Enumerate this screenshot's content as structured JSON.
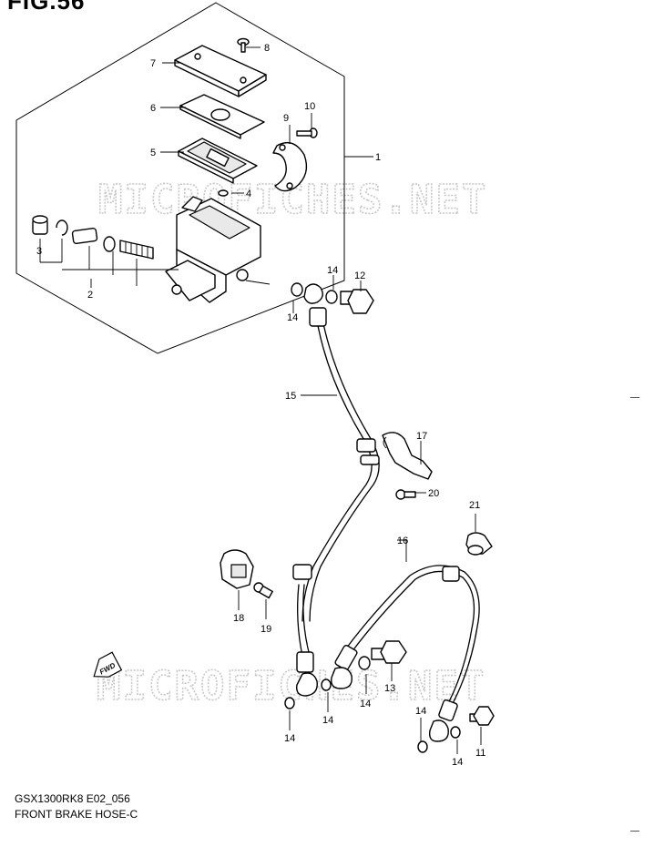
{
  "figure": {
    "title": "FIG.56",
    "model_code": "GSX1300RK8 E02_056",
    "name": "FRONT BRAKE HOSE-C"
  },
  "watermark": "MICROFICHES.NET",
  "direction_tag": "FWD",
  "callouts": [
    {
      "id": "c1",
      "num": "1"
    },
    {
      "id": "c2",
      "num": "2"
    },
    {
      "id": "c3",
      "num": "3"
    },
    {
      "id": "c4",
      "num": "4"
    },
    {
      "id": "c5",
      "num": "5"
    },
    {
      "id": "c6",
      "num": "6"
    },
    {
      "id": "c7",
      "num": "7"
    },
    {
      "id": "c8",
      "num": "8"
    },
    {
      "id": "c9",
      "num": "9"
    },
    {
      "id": "c10",
      "num": "10"
    },
    {
      "id": "c11",
      "num": "11"
    },
    {
      "id": "c12",
      "num": "12"
    },
    {
      "id": "c13",
      "num": "13"
    },
    {
      "id": "c14a",
      "num": "14"
    },
    {
      "id": "c14b",
      "num": "14"
    },
    {
      "id": "c14c",
      "num": "14"
    },
    {
      "id": "c14d",
      "num": "14"
    },
    {
      "id": "c14e",
      "num": "14"
    },
    {
      "id": "c14f",
      "num": "14"
    },
    {
      "id": "c14g",
      "num": "14"
    },
    {
      "id": "c15",
      "num": "15"
    },
    {
      "id": "c16",
      "num": "16"
    },
    {
      "id": "c17",
      "num": "17"
    },
    {
      "id": "c18",
      "num": "18"
    },
    {
      "id": "c19",
      "num": "19"
    },
    {
      "id": "c20",
      "num": "20"
    },
    {
      "id": "c21",
      "num": "21"
    }
  ]
}
